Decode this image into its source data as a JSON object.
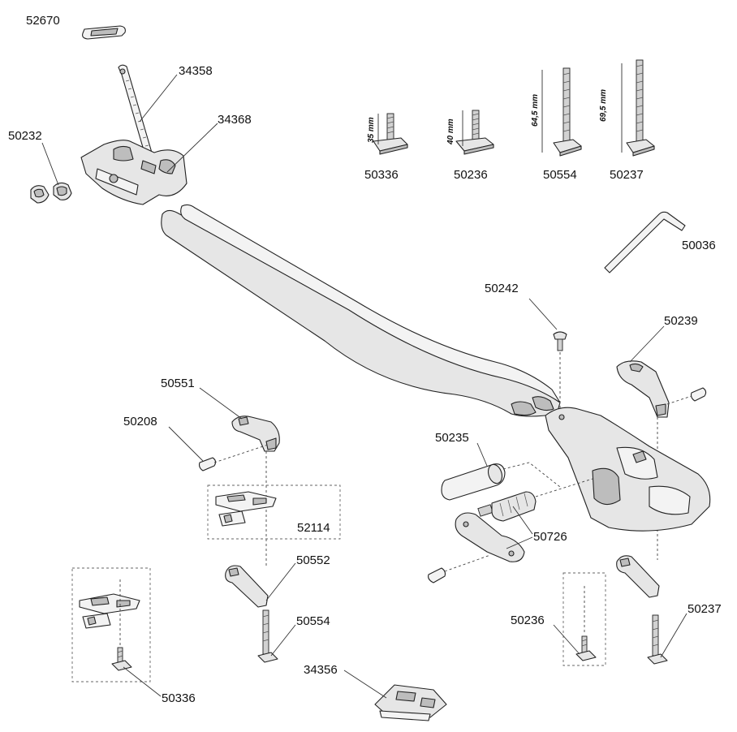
{
  "labels": {
    "p52670": "52670",
    "p34358": "34358",
    "p34368": "34368",
    "p50232": "50232",
    "p50336_top": "50336",
    "p50236_top": "50236",
    "p50554_top": "50554",
    "p50237_top": "50237",
    "p50036": "50036",
    "p50242": "50242",
    "p50239": "50239",
    "p50551": "50551",
    "p50208": "50208",
    "p50235": "50235",
    "p52114": "52114",
    "p50726": "50726",
    "p50552": "50552",
    "p50554_bottom": "50554",
    "p50236_bottom": "50236",
    "p50237_bottom": "50237",
    "p34356": "34356",
    "p50336_bottom": "50336"
  },
  "dimensions": {
    "d35": "35 mm",
    "d40": "40 mm",
    "d64": "64,5 mm",
    "d69": "69,5 mm"
  }
}
